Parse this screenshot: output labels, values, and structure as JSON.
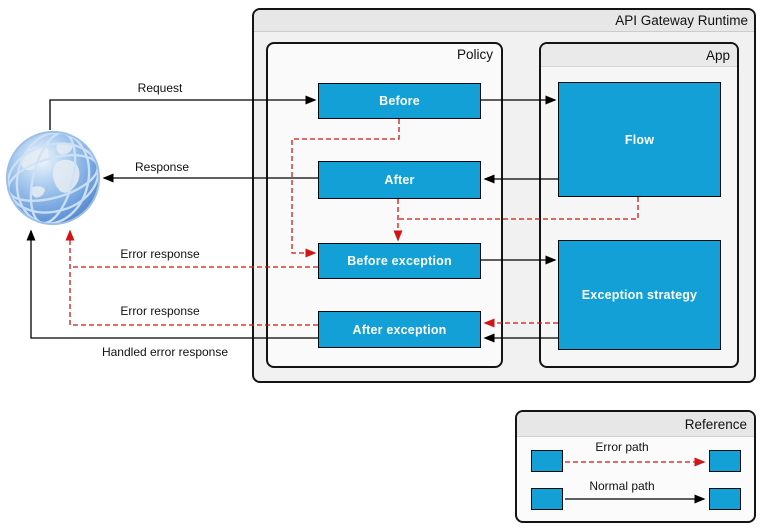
{
  "runtime": {
    "title": "API Gateway Runtime"
  },
  "policy": {
    "title": "Policy",
    "nodes": {
      "before": "Before",
      "after": "After",
      "before_exception": "Before exception",
      "after_exception": "After exception"
    }
  },
  "app": {
    "title": "App",
    "nodes": {
      "flow": "Flow",
      "exception_strategy": "Exception strategy"
    }
  },
  "client": {
    "icon": "globe-icon"
  },
  "edge_labels": {
    "request": "Request",
    "response": "Response",
    "error_response_before": "Error response",
    "error_response_after": "Error response",
    "handled_error_response": "Handled error response"
  },
  "legend": {
    "title": "Reference",
    "error_path": "Error path",
    "normal_path": "Normal path"
  },
  "colors": {
    "node_fill": "#12a0d7",
    "error_path": "#d21414",
    "normal_path": "#000000",
    "container_fill": "#f1f1f1",
    "container_header": "#e7e7e7"
  }
}
